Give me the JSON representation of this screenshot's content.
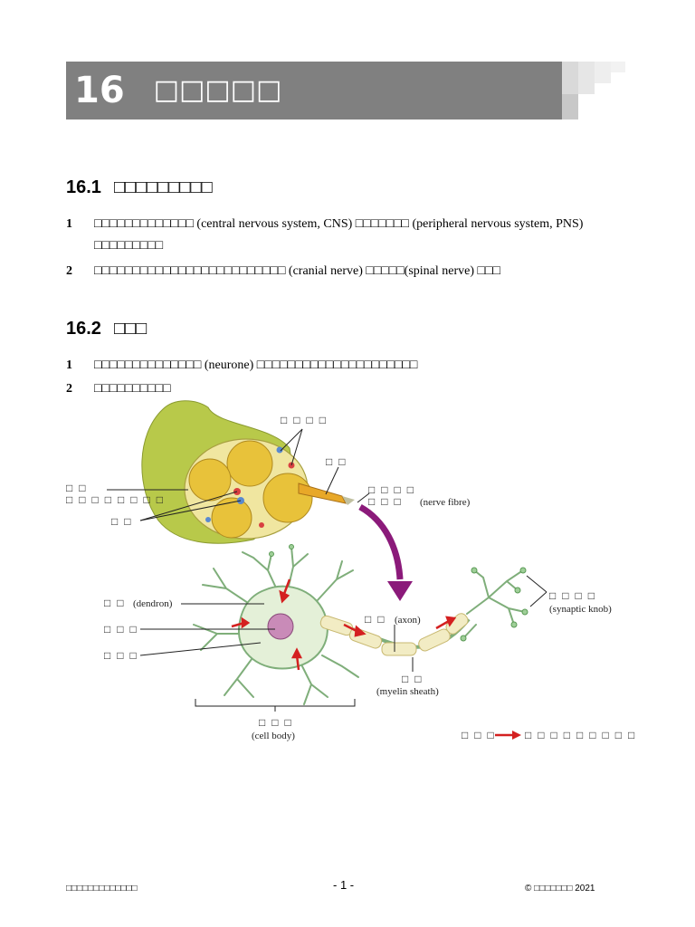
{
  "header": {
    "chapter_number": "16",
    "chapter_title": "□□□□□"
  },
  "sections": [
    {
      "number": "16.1",
      "title": "□□□□□□□□□",
      "items": [
        {
          "n": "1",
          "text": "□□□□□□□□□□□□□ (central nervous system, CNS) □□□□□□□ (peripheral nervous system, PNS) □□□□□□□□□"
        },
        {
          "n": "2",
          "text": "□□□□□□□□□□□□□□□□□□□□□□□□□ (cranial nerve) □□□□□(spinal nerve) □□□"
        }
      ]
    },
    {
      "number": "16.2",
      "title": "□□□",
      "items": [
        {
          "n": "1",
          "text": "□□□□□□□□□□□□□□ (neurone) □□□□□□□□□□□□□□□□□□□□□"
        },
        {
          "n": "2",
          "text": "□□□□□□□□□□"
        }
      ]
    }
  ],
  "diagram": {
    "labels": {
      "blood_vessel": "□ □ □ □",
      "axon_top": "□ □",
      "nerve": "□ □",
      "nerve_fibre_bundle": "□ □ □ □ □ □ □ □",
      "connective": "□ □",
      "fibre_zh_1": "□ □ □ □",
      "fibre_zh_2": "□ □ □",
      "fibre_en": "(nerve fibre)",
      "dendron_zh": "□ □",
      "dendron_en": "(dendron)",
      "nucleus": "□ □ □",
      "cytoplasm": "□ □ □",
      "axon_zh": "□ □",
      "axon_en": "(axon)",
      "myelin_zh": "□ □",
      "myelin_en": "(myelin sheath)",
      "cellbody_zh": "□ □ □",
      "cellbody_en": "(cell body)",
      "synaptic_zh": "□ □ □ □",
      "synaptic_en": "(synaptic knob)",
      "legend_left": "□ □ □",
      "legend_right": "□ □ □ □ □ □ □ □ □"
    },
    "colors": {
      "nerve_green": "#b8c94a",
      "fascicle_yellow": "#e8c23a",
      "neuron_fill": "#e4f0d8",
      "neuron_edge": "#7fae7a",
      "nucleus": "#c98bb8",
      "arrow_purple": "#8b1a7a",
      "impulse_red": "#d42020"
    }
  },
  "footer": {
    "left": "□□□□□□□□□□□□□",
    "page": "- 1 -",
    "right": "© □□□□□□□ 2021"
  }
}
